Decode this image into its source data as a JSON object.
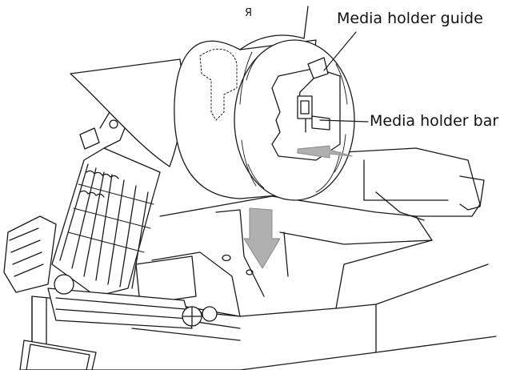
{
  "labels": {
    "media_holder_guide": "Media holder guide",
    "media_holder_bar": "Media holder bar",
    "reel_mark": "Я"
  },
  "colors": {
    "line": "#1a1a1a",
    "arrow_fill": "#b0b0b0",
    "shade": "#cfcfcf",
    "background": "#ffffff"
  }
}
